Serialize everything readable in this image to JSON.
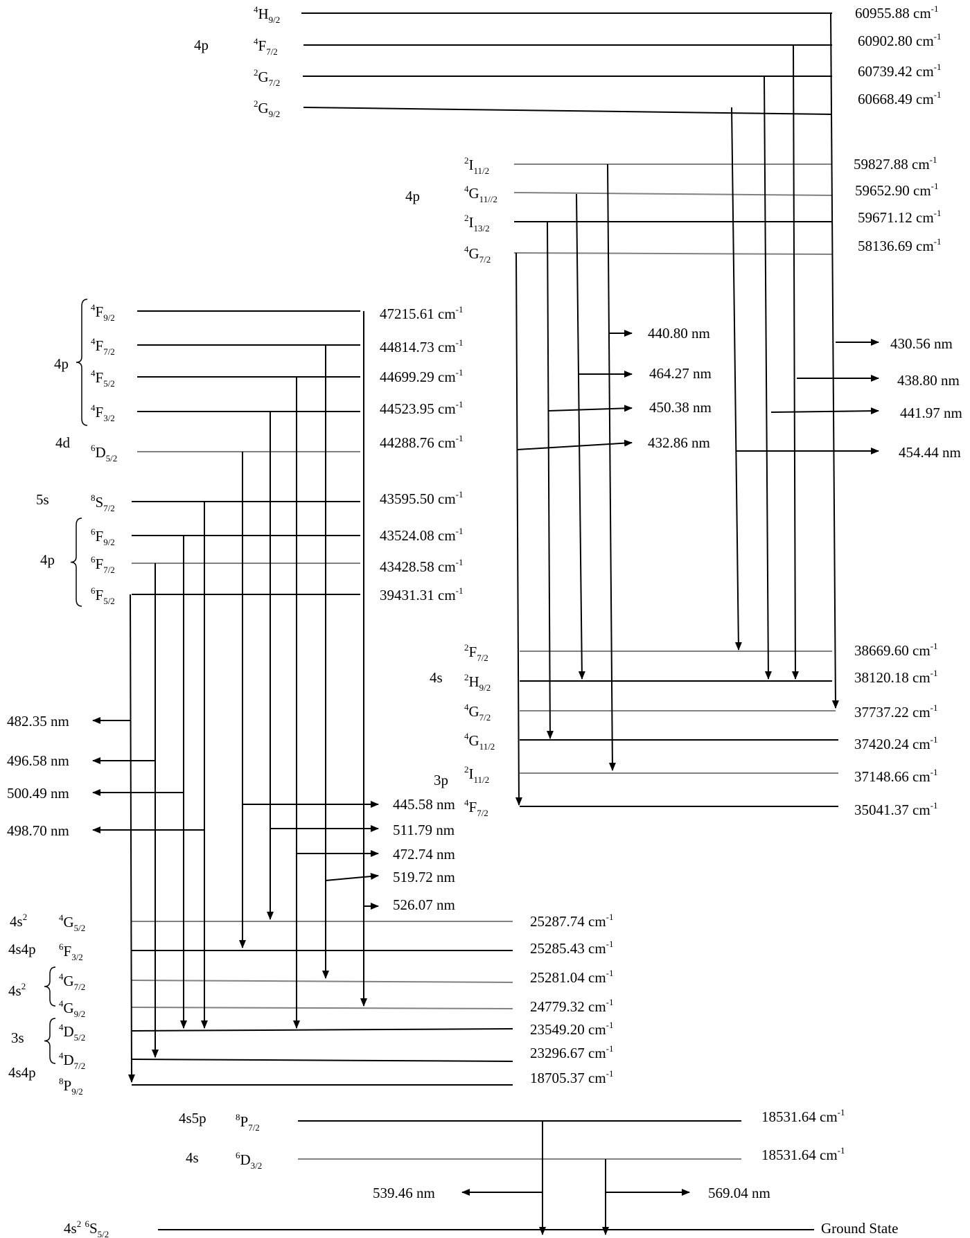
{
  "diagram": {
    "ground_state_label": "Ground State",
    "ground_state_term": {
      "pre": "4s",
      "sup1": "2",
      "mid": " ",
      "sup2": "6",
      "main": "S",
      "sub": "5/2"
    },
    "groups": [
      {
        "id": "g_top_4p",
        "label": "4p"
      },
      {
        "id": "g_mid_4p",
        "label": "4p"
      },
      {
        "id": "g_left_4p",
        "label": "4p"
      },
      {
        "id": "g_left_4d",
        "label": "4d"
      },
      {
        "id": "g_left_5s",
        "label": "5s"
      },
      {
        "id": "g_left_4p_b",
        "label": "4p"
      },
      {
        "id": "g_right_4s",
        "label": "4s"
      },
      {
        "id": "g_right_3p",
        "label": "3p"
      },
      {
        "id": "g_low_4s2",
        "label": "4s²"
      },
      {
        "id": "g_low_4s4p",
        "label": "4s4p"
      },
      {
        "id": "g_low_4s2_b",
        "label": "4s²"
      },
      {
        "id": "g_low_3s",
        "label": "3s"
      },
      {
        "id": "g_low_4s4p_b",
        "label": "4s4p"
      },
      {
        "id": "g_bot_4s5p",
        "label": "4s5p"
      },
      {
        "id": "g_bot_4s",
        "label": "4s"
      }
    ],
    "levels": [
      {
        "id": "L_4H92",
        "term": {
          "sup": "4",
          "main": "H",
          "sub": "9/2"
        },
        "energy": "60955.88 cm",
        "unit_exp": "-1"
      },
      {
        "id": "L_4F72a",
        "term": {
          "sup": "4",
          "main": "F",
          "sub": "7/2"
        },
        "energy": "60902.80  cm",
        "unit_exp": "-1"
      },
      {
        "id": "L_2G72",
        "term": {
          "sup": "2",
          "main": "G",
          "sub": "7/2"
        },
        "energy": "60739.42 cm",
        "unit_exp": "-1"
      },
      {
        "id": "L_2G92",
        "term": {
          "sup": "2",
          "main": "G",
          "sub": "9/2"
        },
        "energy": "60668.49 cm",
        "unit_exp": "-1"
      },
      {
        "id": "L_2I112a",
        "term": {
          "sup": "2",
          "main": "I",
          "sub": "11/2"
        },
        "energy": "59827.88 cm",
        "unit_exp": "-1"
      },
      {
        "id": "L_4G112a",
        "term": {
          "sup": "4",
          "main": "G",
          "sub": "11//2"
        },
        "energy": "59652.90 cm",
        "unit_exp": "-1"
      },
      {
        "id": "L_2I132",
        "term": {
          "sup": "2",
          "main": "I",
          "sub": "13/2"
        },
        "energy": "59671.12 cm",
        "unit_exp": "-1"
      },
      {
        "id": "L_4G72a",
        "term": {
          "sup": "4",
          "main": "G",
          "sub": "7/2"
        },
        "energy": "58136.69 cm",
        "unit_exp": "-1"
      },
      {
        "id": "L_4F92",
        "term": {
          "sup": "4",
          "main": "F",
          "sub": "9/2"
        },
        "energy": "47215.61  cm",
        "unit_exp": "-1"
      },
      {
        "id": "L_4F72b",
        "term": {
          "sup": "4",
          "main": "F",
          "sub": "7/2"
        },
        "energy": "44814.73  cm",
        "unit_exp": "-1"
      },
      {
        "id": "L_4F52",
        "term": {
          "sup": "4",
          "main": "F",
          "sub": "5/2"
        },
        "energy": "44699.29  cm",
        "unit_exp": "-1"
      },
      {
        "id": "L_4F32",
        "term": {
          "sup": "4",
          "main": "F",
          "sub": "3/2"
        },
        "energy": "44523.95  cm",
        "unit_exp": "-1"
      },
      {
        "id": "L_6D52a",
        "term": {
          "sup": "6",
          "main": "D",
          "sub": "5/2"
        },
        "energy": "44288.76  cm",
        "unit_exp": "-1"
      },
      {
        "id": "L_8S72",
        "term": {
          "sup": "8",
          "main": "S",
          "sub": "7/2"
        },
        "energy": "43595.50  cm",
        "unit_exp": "-1"
      },
      {
        "id": "L_6F92",
        "term": {
          "sup": "6",
          "main": "F",
          "sub": "9/2"
        },
        "energy": "43524.08  cm",
        "unit_exp": "-1"
      },
      {
        "id": "L_6F72",
        "term": {
          "sup": "6",
          "main": "F",
          "sub": "7/2"
        },
        "energy": "43428.58  cm",
        "unit_exp": "-1"
      },
      {
        "id": "L_6F52",
        "term": {
          "sup": "6",
          "main": "F",
          "sub": "5/2"
        },
        "energy": "39431.31 cm",
        "unit_exp": "-1"
      },
      {
        "id": "L_2F72",
        "term": {
          "sup": "2",
          "main": "F",
          "sub": "7/2"
        },
        "energy": "38669.60 cm",
        "unit_exp": "-1"
      },
      {
        "id": "L_2H92",
        "term": {
          "sup": "2",
          "main": "H",
          "sub": "9/2"
        },
        "energy": "38120.18 cm",
        "unit_exp": "-1"
      },
      {
        "id": "L_4G72b",
        "term": {
          "sup": "4",
          "main": "G",
          "sub": "7/2"
        },
        "energy": "37737.22 cm",
        "unit_exp": "-1"
      },
      {
        "id": "L_4G112b",
        "term": {
          "sup": "4",
          "main": "G",
          "sub": "11/2"
        },
        "energy": "37420.24 cm",
        "unit_exp": "-1"
      },
      {
        "id": "L_2I112b",
        "term": {
          "sup": "2",
          "main": "I",
          "sub": "11/2"
        },
        "energy": "37148.66 cm",
        "unit_exp": "-1"
      },
      {
        "id": "L_4F72c",
        "term": {
          "sup": "4",
          "main": "F",
          "sub": "7/2"
        },
        "energy": "35041.37 cm",
        "unit_exp": "-1"
      },
      {
        "id": "L_4G52",
        "term": {
          "sup": "4",
          "main": "G",
          "sub": "5/2"
        },
        "energy": "25287.74 cm",
        "unit_exp": "-1"
      },
      {
        "id": "L_6F32",
        "term": {
          "sup": "6",
          "main": "F",
          "sub": "3/2"
        },
        "energy": "25285.43 cm",
        "unit_exp": "-1"
      },
      {
        "id": "L_4G72c",
        "term": {
          "sup": "4",
          "main": "G",
          "sub": "7/2"
        },
        "energy": "25281.04  cm",
        "unit_exp": "-1"
      },
      {
        "id": "L_4G92",
        "term": {
          "sup": "4",
          "main": "G",
          "sub": "9/2"
        },
        "energy": "24779.32  cm",
        "unit_exp": "-1"
      },
      {
        "id": "L_4D52",
        "term": {
          "sup": "4",
          "main": "D",
          "sub": "5/2"
        },
        "energy": "23549.20  cm",
        "unit_exp": "-1"
      },
      {
        "id": "L_4D72",
        "term": {
          "sup": "4",
          "main": "D",
          "sub": "7/2"
        },
        "energy": "23296.67  cm",
        "unit_exp": "-1"
      },
      {
        "id": "L_8P92",
        "term": {
          "sup": "8",
          "main": "P",
          "sub": "9/2"
        },
        "energy": "18705.37 cm",
        "unit_exp": "-1"
      },
      {
        "id": "L_8P72",
        "term": {
          "sup": "8",
          "main": "P",
          "sub": "7/2"
        },
        "energy": "18531.64  cm",
        "unit_exp": "-1"
      },
      {
        "id": "L_6D32",
        "term": {
          "sup": "6",
          "main": "D",
          "sub": "3/2"
        },
        "energy": "18531.64  cm",
        "unit_exp": "-1"
      }
    ],
    "transitions": [
      {
        "id": "T1",
        "upper": "L_4H92",
        "lower": "L_4G72b",
        "wavelength": "430.56 nm"
      },
      {
        "id": "T2",
        "upper": "L_4F72a",
        "lower": "L_2H92",
        "wavelength": "438.80 nm"
      },
      {
        "id": "T3",
        "upper": "L_2G72",
        "lower": "L_2H92",
        "wavelength": "441.97 nm"
      },
      {
        "id": "T4",
        "upper": "L_2G92",
        "lower": "L_2F72",
        "wavelength": "454.44 nm"
      },
      {
        "id": "T5",
        "upper": "L_2I112a",
        "lower": "L_2I112b",
        "wavelength": "440.80 nm"
      },
      {
        "id": "T6",
        "upper": "L_4G112a",
        "lower": "L_2H92",
        "wavelength": "464.27 nm"
      },
      {
        "id": "T7",
        "upper": "L_2I132",
        "lower": "L_4G112b",
        "wavelength": "450.38 nm"
      },
      {
        "id": "T8",
        "upper": "L_4G72a",
        "lower": "L_4F72c",
        "wavelength": "432.86 nm"
      },
      {
        "id": "T9",
        "upper": "L_6F52",
        "lower": "L_8P92",
        "wavelength": "482.35 nm"
      },
      {
        "id": "T10",
        "upper": "L_6F72",
        "lower": "L_4D72",
        "wavelength": "496.58 nm"
      },
      {
        "id": "T11",
        "upper": "L_6F92",
        "lower": "L_4D52",
        "wavelength": "500.49 nm"
      },
      {
        "id": "T12",
        "upper": "L_8S72",
        "lower": "L_4D52",
        "wavelength": "498.70 nm"
      },
      {
        "id": "T13",
        "upper": "L_6D52a",
        "lower": "L_6F32",
        "wavelength": "445.58 nm"
      },
      {
        "id": "T14",
        "upper": "L_4F32",
        "lower": "L_4G52",
        "wavelength": "511.79 nm"
      },
      {
        "id": "T15",
        "upper": "L_4F52",
        "lower": "L_4D52",
        "wavelength": "472.74 nm"
      },
      {
        "id": "T16",
        "upper": "L_4F72b",
        "lower": "L_4G72c",
        "wavelength": "519.72 nm"
      },
      {
        "id": "T17",
        "upper": "L_4F92",
        "lower": "L_4G92",
        "wavelength": "526.07 nm"
      },
      {
        "id": "T18",
        "upper": "L_8P72",
        "lower": "ground",
        "wavelength": "539.46 nm"
      },
      {
        "id": "T19",
        "upper": "L_6D32",
        "lower": "ground",
        "wavelength": "569.04 nm"
      }
    ]
  }
}
